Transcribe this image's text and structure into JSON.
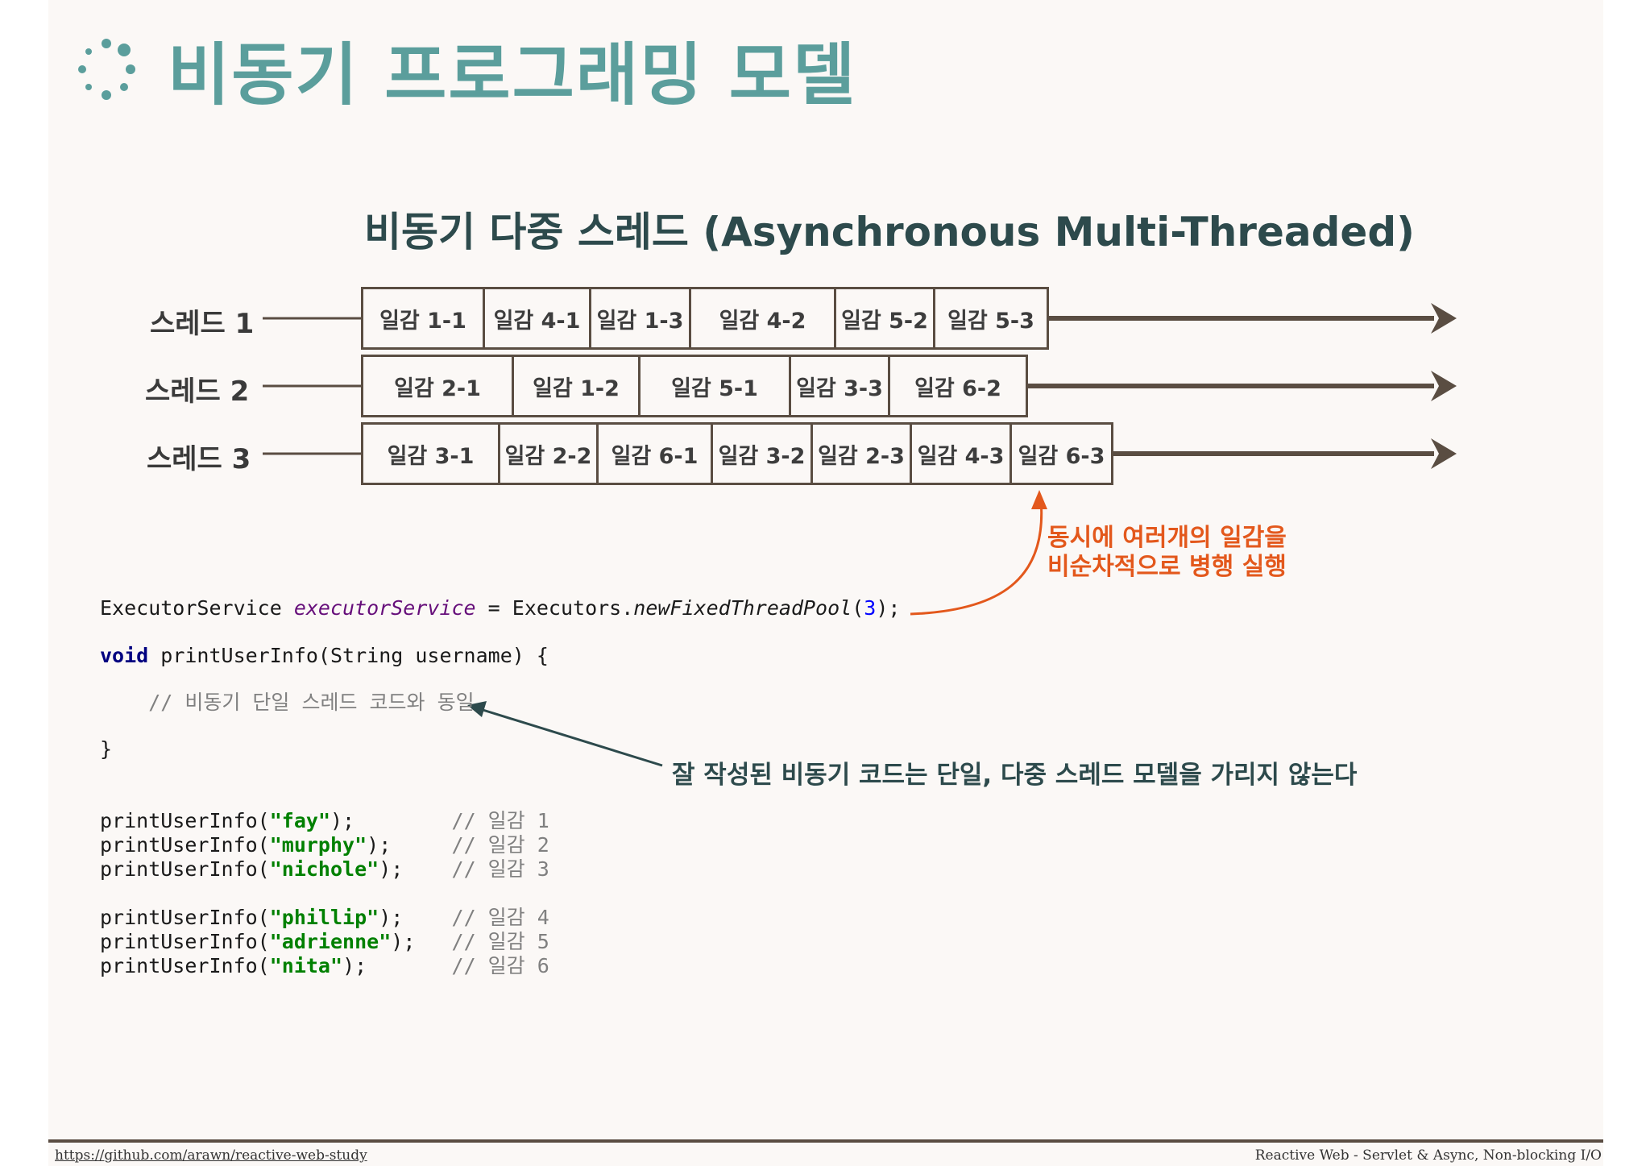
{
  "title": "비동기 프로그래밍 모델",
  "subtitle": "비동기 다중 스레드 (Asynchronous Multi-Threaded)",
  "threads": [
    {
      "label": "스레드 1",
      "tasks": [
        "일감 1-1",
        "일감 4-1",
        "일감 1-3",
        "일감 4-2",
        "일감 5-2",
        "일감 5-3"
      ]
    },
    {
      "label": "스레드 2",
      "tasks": [
        "일감 2-1",
        "일감 1-2",
        "일감 5-1",
        "일감 3-3",
        "일감 6-2"
      ]
    },
    {
      "label": "스레드 3",
      "tasks": [
        "일감 3-1",
        "일감 2-2",
        "일감 6-1",
        "일감 3-2",
        "일감 2-3",
        "일감 4-3",
        "일감 6-3"
      ]
    }
  ],
  "annotations": {
    "parallel_line1": "동시에 여러개의 일감을",
    "parallel_line2": "비순차적으로 병행 실행",
    "model": "잘 작성된 비동기 코드는 단일, 다중 스레드 모델을 가리지 않는다"
  },
  "code": {
    "executor_type": "ExecutorService ",
    "executor_var": "executorService",
    "executor_assign": " = Executors.",
    "executor_method": "newFixedThreadPool",
    "executor_open": "(",
    "executor_arg": "3",
    "executor_close": ");",
    "void_kw": "void",
    "method_sig": " printUserInfo(String username) {",
    "body_comment": "    // 비동기 단일 스레드 코드와 동일",
    "close_brace": "}",
    "calls": [
      {
        "name": "fay",
        "pad": ");        ",
        "comment": "// 일감 1"
      },
      {
        "name": "murphy",
        "pad": ");     ",
        "comment": "// 일감 2"
      },
      {
        "name": "nichole",
        "pad": ");    ",
        "comment": "// 일감 3"
      },
      {
        "name": "phillip",
        "pad": ");    ",
        "comment": "// 일감 4"
      },
      {
        "name": "adrienne",
        "pad": ");   ",
        "comment": "// 일감 5"
      },
      {
        "name": "nita",
        "pad": ");       ",
        "comment": "// 일감 6"
      }
    ],
    "call_prefix": "printUserInfo(",
    "quote": "\""
  },
  "footer": {
    "left": "https://github.com/arawn/reactive-web-study",
    "right": "Reactive Web - Servlet & Async, Non-blocking I/O"
  },
  "colors": {
    "title": "#5b9e9c",
    "subtitle": "#2d4a4c",
    "timeline": "#5a4d42",
    "orange_accent": "#e3581c"
  }
}
